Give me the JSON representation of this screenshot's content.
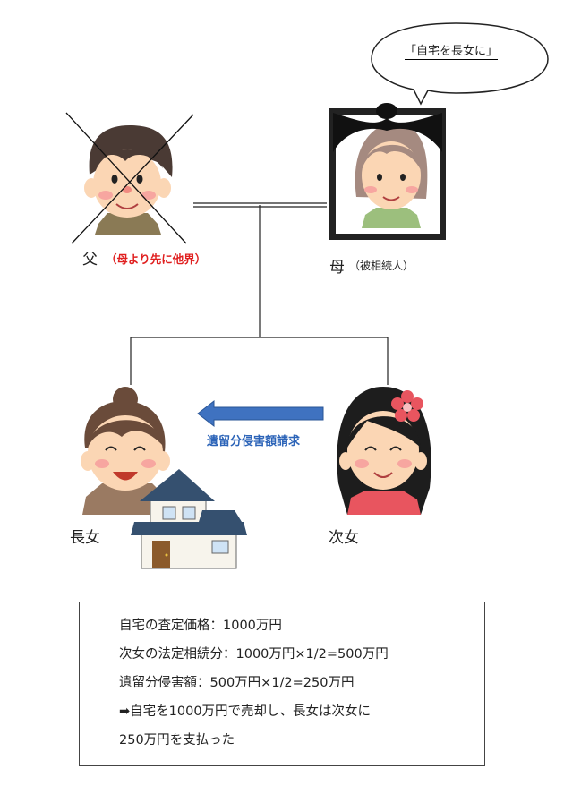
{
  "speech": {
    "text": "「自宅を長女に」"
  },
  "father": {
    "label": "父",
    "note": "（母より先に他界）"
  },
  "mother": {
    "label": "母",
    "note": "（被相続人）"
  },
  "claim": {
    "label": "遺留分侵害額請求"
  },
  "eldest": {
    "label": "長女"
  },
  "second": {
    "label": "次女"
  },
  "info": {
    "lines": [
      "自宅の査定価格：1000万円",
      "次女の法定相続分：1000万円×1/2=500万円",
      "遺留分侵害額：500万円×1/2=250万円",
      "➡自宅を1000万円で売却し、長女は次女に",
      "250万円を支払った"
    ]
  },
  "colors": {
    "skin": "#fbd6b4",
    "blush": "#f7a6a0",
    "hair_dark": "#4a3a34",
    "hair_black": "#1d1d1d",
    "hair_mother": "#a58a80",
    "cross": "#111111",
    "note_red": "#e02020",
    "arrow_blue": "#3f72c0",
    "claim_blue": "#2c64b8",
    "roof": "#35506f",
    "house_wall": "#f7f4ec",
    "door": "#8b5a2b",
    "flower": "#e8555f"
  }
}
